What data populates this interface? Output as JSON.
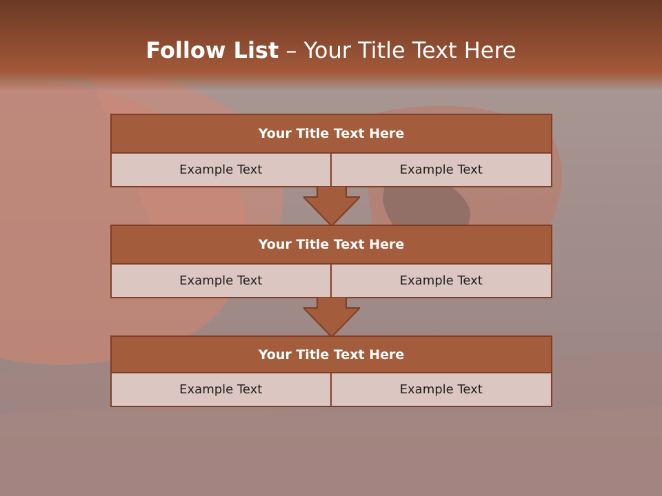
{
  "slide": {
    "title_bold": "Follow List",
    "title_rest": " – Your Title Text Here",
    "accent_color": "#a35c3c",
    "cell_color": "#dcc6c1"
  },
  "blocks": [
    {
      "title": "Your Title Text Here",
      "left": "Example Text",
      "right": "Example Text"
    },
    {
      "title": "Your Title Text Here",
      "left": "Example Text",
      "right": "Example Text"
    },
    {
      "title": "Your Title Text Here",
      "left": "Example Text",
      "right": "Example Text"
    }
  ],
  "arrows": [
    {
      "icon": "down-arrow-icon"
    },
    {
      "icon": "down-arrow-icon"
    }
  ]
}
